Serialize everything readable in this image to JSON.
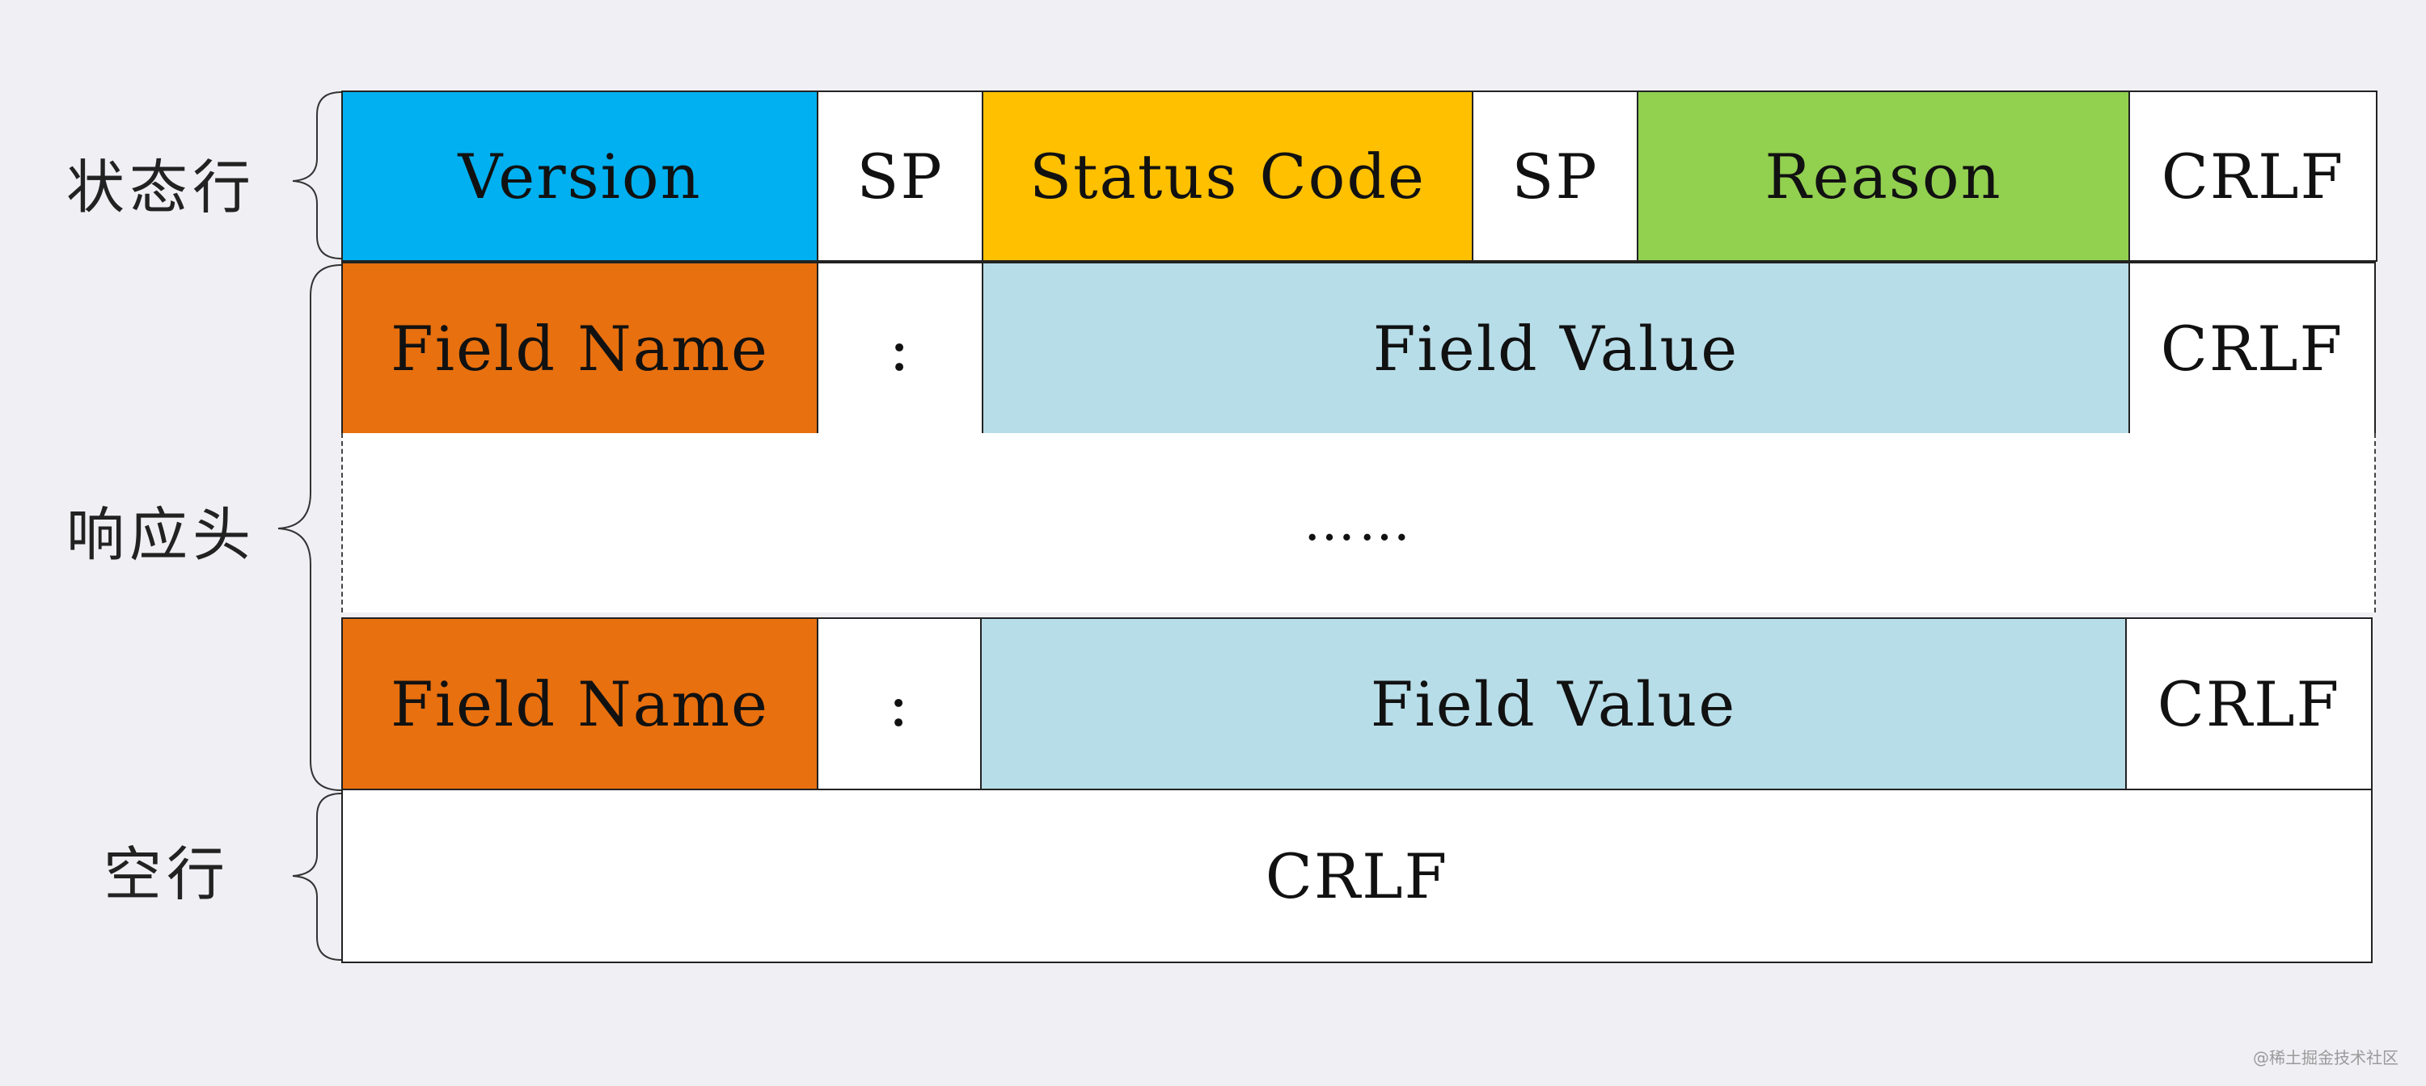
{
  "colors": {
    "version": "#00b0f0",
    "status_code": "#ffc000",
    "reason": "#92d050",
    "field_name": "#e8700f",
    "field_value": "#b7dde8",
    "white": "#ffffff",
    "background": "#f0eff4"
  },
  "labels": {
    "status_line": "状态行",
    "response_headers": "响应头",
    "blank_line": "空行"
  },
  "status_line": {
    "version": "Version",
    "sp1": "SP",
    "status_code": "Status Code",
    "sp2": "SP",
    "reason": "Reason",
    "crlf": "CRLF"
  },
  "header_rows": [
    {
      "name": "Field Name",
      "colon": ":",
      "value": "Field Value",
      "crlf": "CRLF"
    },
    {
      "name": "Field Name",
      "colon": ":",
      "value": "Field Value",
      "crlf": "CRLF"
    }
  ],
  "ellipsis": "……",
  "blank_line": {
    "crlf": "CRLF"
  },
  "watermark": "@稀土掘金技术社区"
}
